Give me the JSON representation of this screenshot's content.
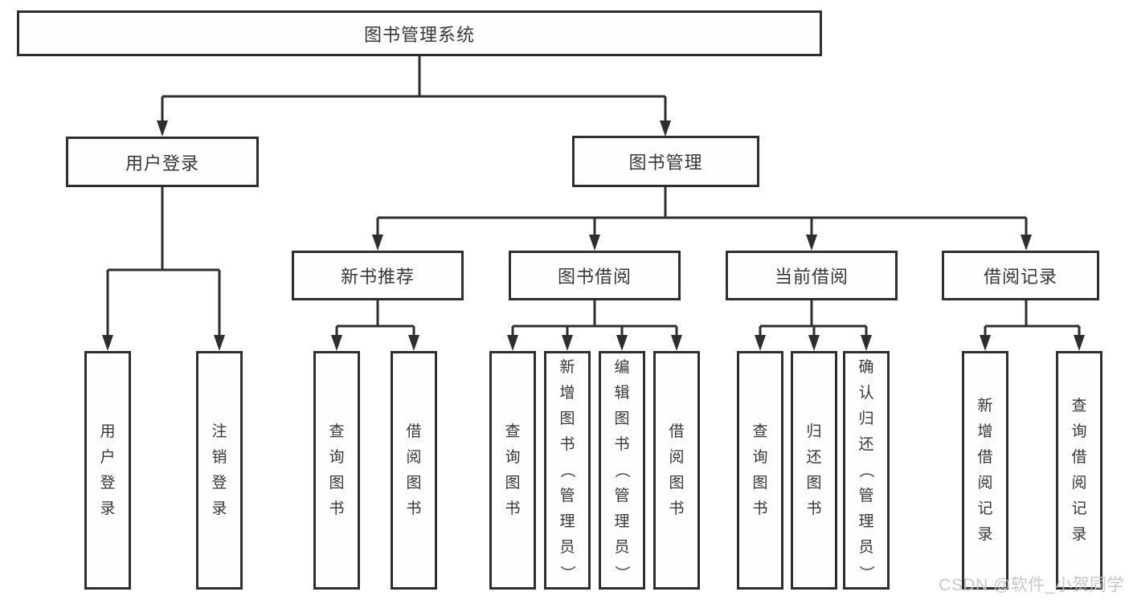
{
  "tree": {
    "root": "图书管理系统",
    "user_login": {
      "label": "用户登录",
      "children": [
        "用户登录",
        "注销登录"
      ]
    },
    "book_mgmt": {
      "label": "图书管理",
      "groups": [
        {
          "label": "新书推荐",
          "children": [
            "查询图书",
            "借阅图书"
          ]
        },
        {
          "label": "图书借阅",
          "children": [
            "查询图书",
            "新增图书（管理员）",
            "编辑图书（管理员）",
            "借阅图书"
          ]
        },
        {
          "label": "当前借阅",
          "children": [
            "查询图书",
            "归还图书",
            "确认归还（管理员）"
          ]
        },
        {
          "label": "借阅记录",
          "children": [
            "新增借阅记录",
            "查询借阅记录"
          ]
        }
      ]
    }
  },
  "watermark": "CSDN @软件_小贺同学",
  "colors": {
    "line": "#2e2e2e",
    "text": "#373737",
    "box_background": "#fffefe",
    "watermark": "#c5c5c5",
    "page_background": "#ffffff"
  }
}
